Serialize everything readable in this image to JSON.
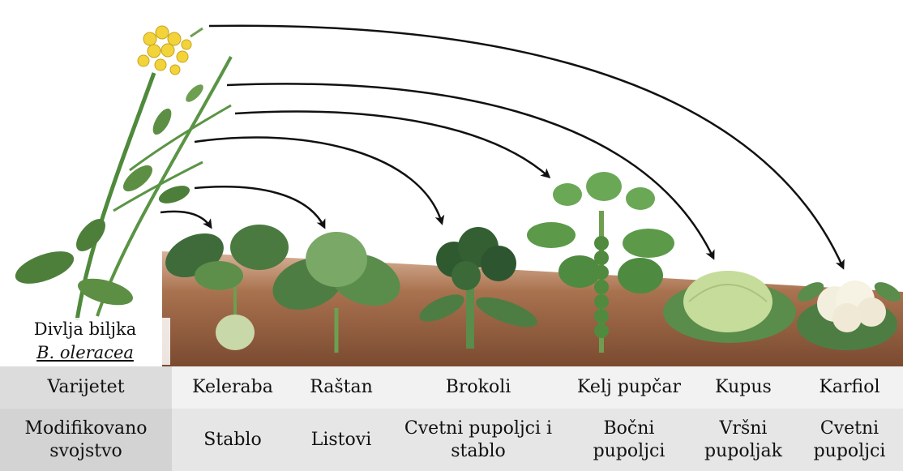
{
  "wild_plant": {
    "label": "Divlja biljka",
    "species": "B. oleracea"
  },
  "table": {
    "row_headers": {
      "varieties": "Varijetet",
      "modified_trait": "Modifikovano svojstvo"
    },
    "columns": [
      {
        "variety": "Keleraba",
        "trait": "Stablo"
      },
      {
        "variety": "Raštan",
        "trait": "Listovi"
      },
      {
        "variety": "Brokoli",
        "trait": "Cvetni pupoljci i stablo"
      },
      {
        "variety": "Kelj pupčar",
        "trait": "Bočni pupoljci"
      },
      {
        "variety": "Kupus",
        "trait": "Vršni pupoljak"
      },
      {
        "variety": "Karfiol",
        "trait": "Cvetni pupoljci"
      }
    ]
  },
  "colors": {
    "soil": "#8a5a3c",
    "leaf_dark": "#3f6b3a",
    "leaf_light": "#7fae5e",
    "flower": "#f2d43a",
    "arrow": "#111111"
  }
}
